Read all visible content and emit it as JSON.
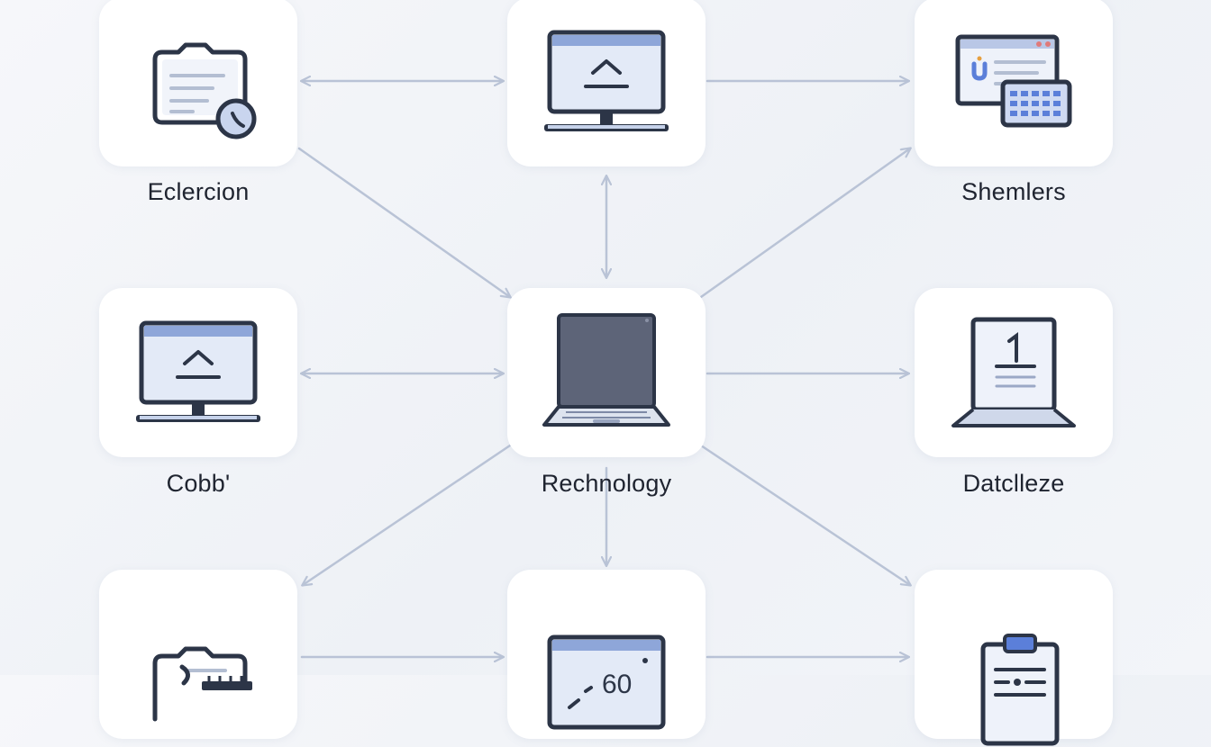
{
  "colors": {
    "background": "#f1f3f7",
    "card": "#ffffff",
    "edge": "#b9c3d6",
    "icon_stroke": "#2c3547",
    "icon_fill": "#dfe7f6",
    "accent_blue": "#5b7fd9",
    "label_text": "#1f2430"
  },
  "nodes": [
    {
      "id": "tl",
      "label": "Eclercion",
      "icon": "folder-chat-icon"
    },
    {
      "id": "tm",
      "label": "",
      "icon": "monitor-upload-icon"
    },
    {
      "id": "tr",
      "label": "Shemlers",
      "icon": "browser-keyboard-icon"
    },
    {
      "id": "ml",
      "label": "Cobb'",
      "icon": "monitor-upload-icon"
    },
    {
      "id": "mm",
      "label": "Rechnology",
      "icon": "laptop-icon"
    },
    {
      "id": "mr",
      "label": "Datclleze",
      "icon": "laptop-document-icon"
    },
    {
      "id": "bl",
      "label": "",
      "icon": "folder-tool-icon"
    },
    {
      "id": "bm",
      "label": "",
      "icon": "monitor-gauge-icon"
    },
    {
      "id": "br",
      "label": "",
      "icon": "clipboard-icon"
    }
  ],
  "gauge_value": "60",
  "edges": [
    {
      "from": "tl",
      "to": "tm",
      "direction": "both"
    },
    {
      "from": "tm",
      "to": "tr",
      "direction": "forward"
    },
    {
      "from": "tm",
      "to": "mm",
      "direction": "both"
    },
    {
      "from": "tl",
      "to": "mm",
      "direction": "forward"
    },
    {
      "from": "mm",
      "to": "tr",
      "direction": "forward"
    },
    {
      "from": "ml",
      "to": "mm",
      "direction": "both"
    },
    {
      "from": "mm",
      "to": "mr",
      "direction": "forward"
    },
    {
      "from": "mm",
      "to": "bl",
      "direction": "forward"
    },
    {
      "from": "mm",
      "to": "bm",
      "direction": "forward"
    },
    {
      "from": "mm",
      "to": "br",
      "direction": "forward"
    },
    {
      "from": "bl",
      "to": "bm",
      "direction": "forward"
    },
    {
      "from": "bm",
      "to": "br",
      "direction": "forward"
    }
  ]
}
